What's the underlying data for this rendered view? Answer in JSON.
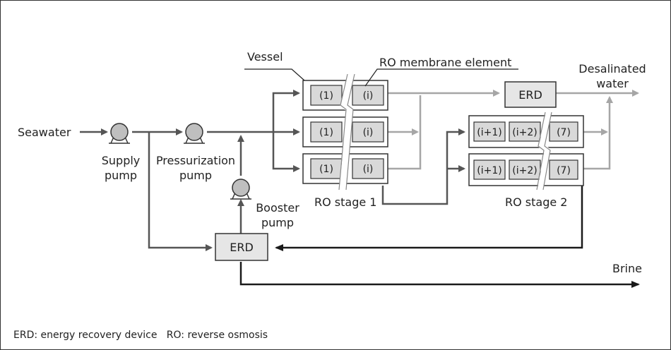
{
  "labels": {
    "seawater": "Seawater",
    "supply_pump_1": "Supply",
    "supply_pump_2": "pump",
    "pressurization_pump_1": "Pressurization",
    "pressurization_pump_2": "pump",
    "booster_pump_1": "Booster",
    "booster_pump_2": "pump",
    "vessel": "Vessel",
    "ro_membrane_element": "RO membrane element",
    "desalinated_water_1": "Desalinated",
    "desalinated_water_2": "water",
    "ro_stage_1": "RO stage 1",
    "ro_stage_2": "RO stage 2",
    "brine": "Brine",
    "erd_top": "ERD",
    "erd_bottom": "ERD"
  },
  "stage1_elements": [
    "(1)",
    "(i)"
  ],
  "stage2_elements": [
    "(i+1)",
    "(i+2)",
    "(7)"
  ],
  "footnote": "ERD: energy recovery device   RO: reverse osmosis",
  "colors": {
    "high_pressure_line": "#555555",
    "permeate_line": "#a6a6a6",
    "brine_line": "#1a1a1a",
    "element_fill": "#d9d9d9",
    "erd_fill": "#e6e6e6",
    "pump_fill": "#bfbfbf"
  }
}
